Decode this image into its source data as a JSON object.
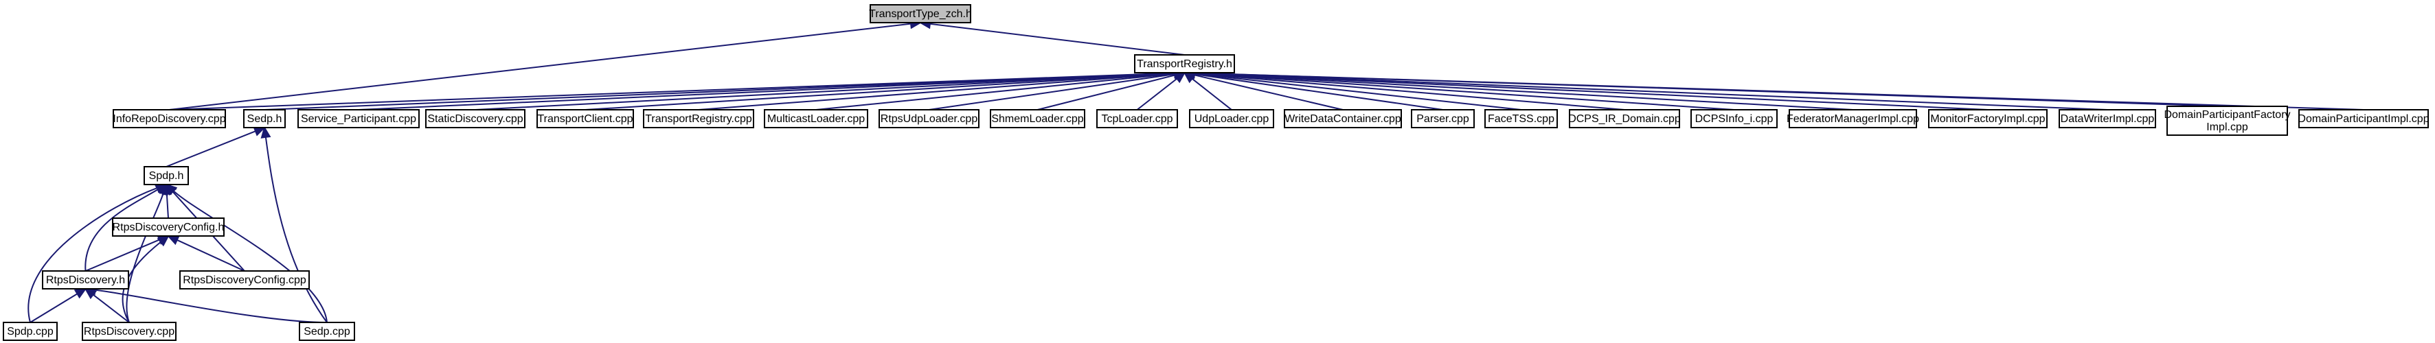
{
  "graph": {
    "nodes": [
      {
        "id": "transport_type_zch",
        "label": "TransportType_zch.h",
        "root": true
      },
      {
        "id": "transport_registry_h",
        "label": "TransportRegistry.h"
      },
      {
        "id": "info_repo_discovery_cpp",
        "label": "InfoRepoDiscovery.cpp"
      },
      {
        "id": "sedp_h",
        "label": "Sedp.h"
      },
      {
        "id": "service_participant_cpp",
        "label": "Service_Participant.cpp"
      },
      {
        "id": "static_discovery_cpp",
        "label": "StaticDiscovery.cpp"
      },
      {
        "id": "transport_client_cpp",
        "label": "TransportClient.cpp"
      },
      {
        "id": "transport_registry_cpp",
        "label": "TransportRegistry.cpp"
      },
      {
        "id": "multicast_loader_cpp",
        "label": "MulticastLoader.cpp"
      },
      {
        "id": "rtps_udp_loader_cpp",
        "label": "RtpsUdpLoader.cpp"
      },
      {
        "id": "shmem_loader_cpp",
        "label": "ShmemLoader.cpp"
      },
      {
        "id": "tcp_loader_cpp",
        "label": "TcpLoader.cpp"
      },
      {
        "id": "udp_loader_cpp",
        "label": "UdpLoader.cpp"
      },
      {
        "id": "write_data_container_cpp",
        "label": "WriteDataContainer.cpp"
      },
      {
        "id": "parser_cpp",
        "label": "Parser.cpp"
      },
      {
        "id": "face_tss_cpp",
        "label": "FaceTSS.cpp"
      },
      {
        "id": "dcps_ir_domain_cpp",
        "label": "DCPS_IR_Domain.cpp"
      },
      {
        "id": "dcps_info_i_cpp",
        "label": "DCPSInfo_i.cpp"
      },
      {
        "id": "federator_manager_impl_cpp",
        "label": "FederatorManagerImpl.cpp"
      },
      {
        "id": "monitor_factory_impl_cpp",
        "label": "MonitorFactoryImpl.cpp"
      },
      {
        "id": "data_writer_impl_cpp",
        "label": "DataWriterImpl.cpp"
      },
      {
        "id": "domain_participant_factory_impl_cpp",
        "label": [
          "DomainParticipantFactory",
          "Impl.cpp"
        ]
      },
      {
        "id": "domain_participant_impl_cpp",
        "label": "DomainParticipantImpl.cpp"
      },
      {
        "id": "spdp_h",
        "label": "Spdp.h"
      },
      {
        "id": "rtps_discovery_config_h",
        "label": "RtpsDiscoveryConfig.h"
      },
      {
        "id": "rtps_discovery_config_cpp",
        "label": "RtpsDiscoveryConfig.cpp"
      },
      {
        "id": "rtps_discovery_h",
        "label": "RtpsDiscovery.h"
      },
      {
        "id": "spdp_cpp",
        "label": "Spdp.cpp"
      },
      {
        "id": "rtps_discovery_cpp",
        "label": "RtpsDiscovery.cpp"
      },
      {
        "id": "sedp_cpp",
        "label": "Sedp.cpp"
      }
    ]
  },
  "colors": {
    "edge": "#191970",
    "root_fill": "#bfbfbf",
    "node_fill": "#ffffff",
    "node_stroke": "#000000"
  }
}
